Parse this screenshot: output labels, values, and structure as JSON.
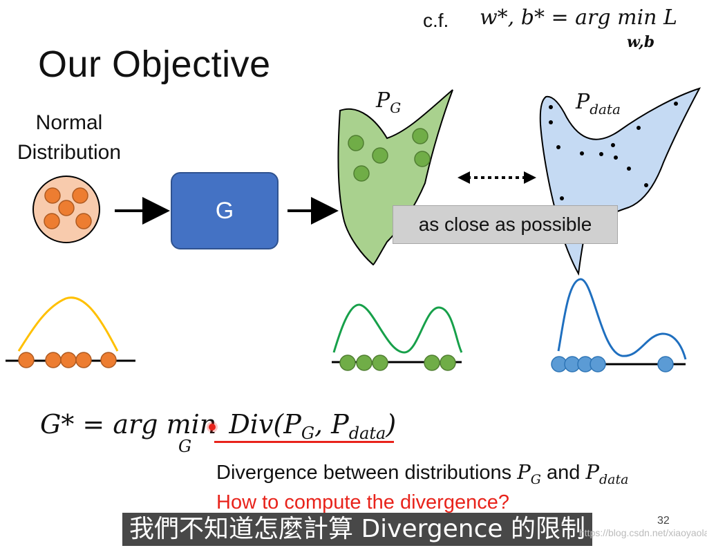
{
  "slide": {
    "title": "Our Objective",
    "cf_label": "c.f.",
    "cf_formula": "w*, b* = arg min L",
    "cf_subscript": "w,b",
    "input_label_line1": "Normal",
    "input_label_line2": "Distribution",
    "generator_label": "G",
    "pg_symbol": "P",
    "pg_sub": "G",
    "pdata_symbol": "P",
    "pdata_sub": "data",
    "close_label": "as close as possible",
    "objective_left": "G* = arg min",
    "objective_sub": "G",
    "objective_right": "Div(P",
    "objective_sub1": "G",
    "objective_mid": ", P",
    "objective_sub2": "data",
    "objective_end": ")",
    "divergence_text": "Divergence between distributions ",
    "divergence_and": " and ",
    "question": "How to compute the divergence?",
    "page_number": "32",
    "subtitle": "我們不知道怎麼計算 Divergence 的限制",
    "watermark": "https://blog.csdn.net/xiaoyaolangwj"
  },
  "colors": {
    "generator": "#4472c4",
    "pg_fill": "#a9d18e",
    "pg_points": "#70ad47",
    "pdata_fill": "#c5daf3",
    "pdata_curve": "#1f6fbf",
    "normal_points": "#ed7d31",
    "normal_curve": "#ffc000",
    "pg_curve": "#17a04a",
    "accent_red": "#e8231b"
  },
  "icons": [
    "right-arrow-icon",
    "double-arrow-icon"
  ]
}
